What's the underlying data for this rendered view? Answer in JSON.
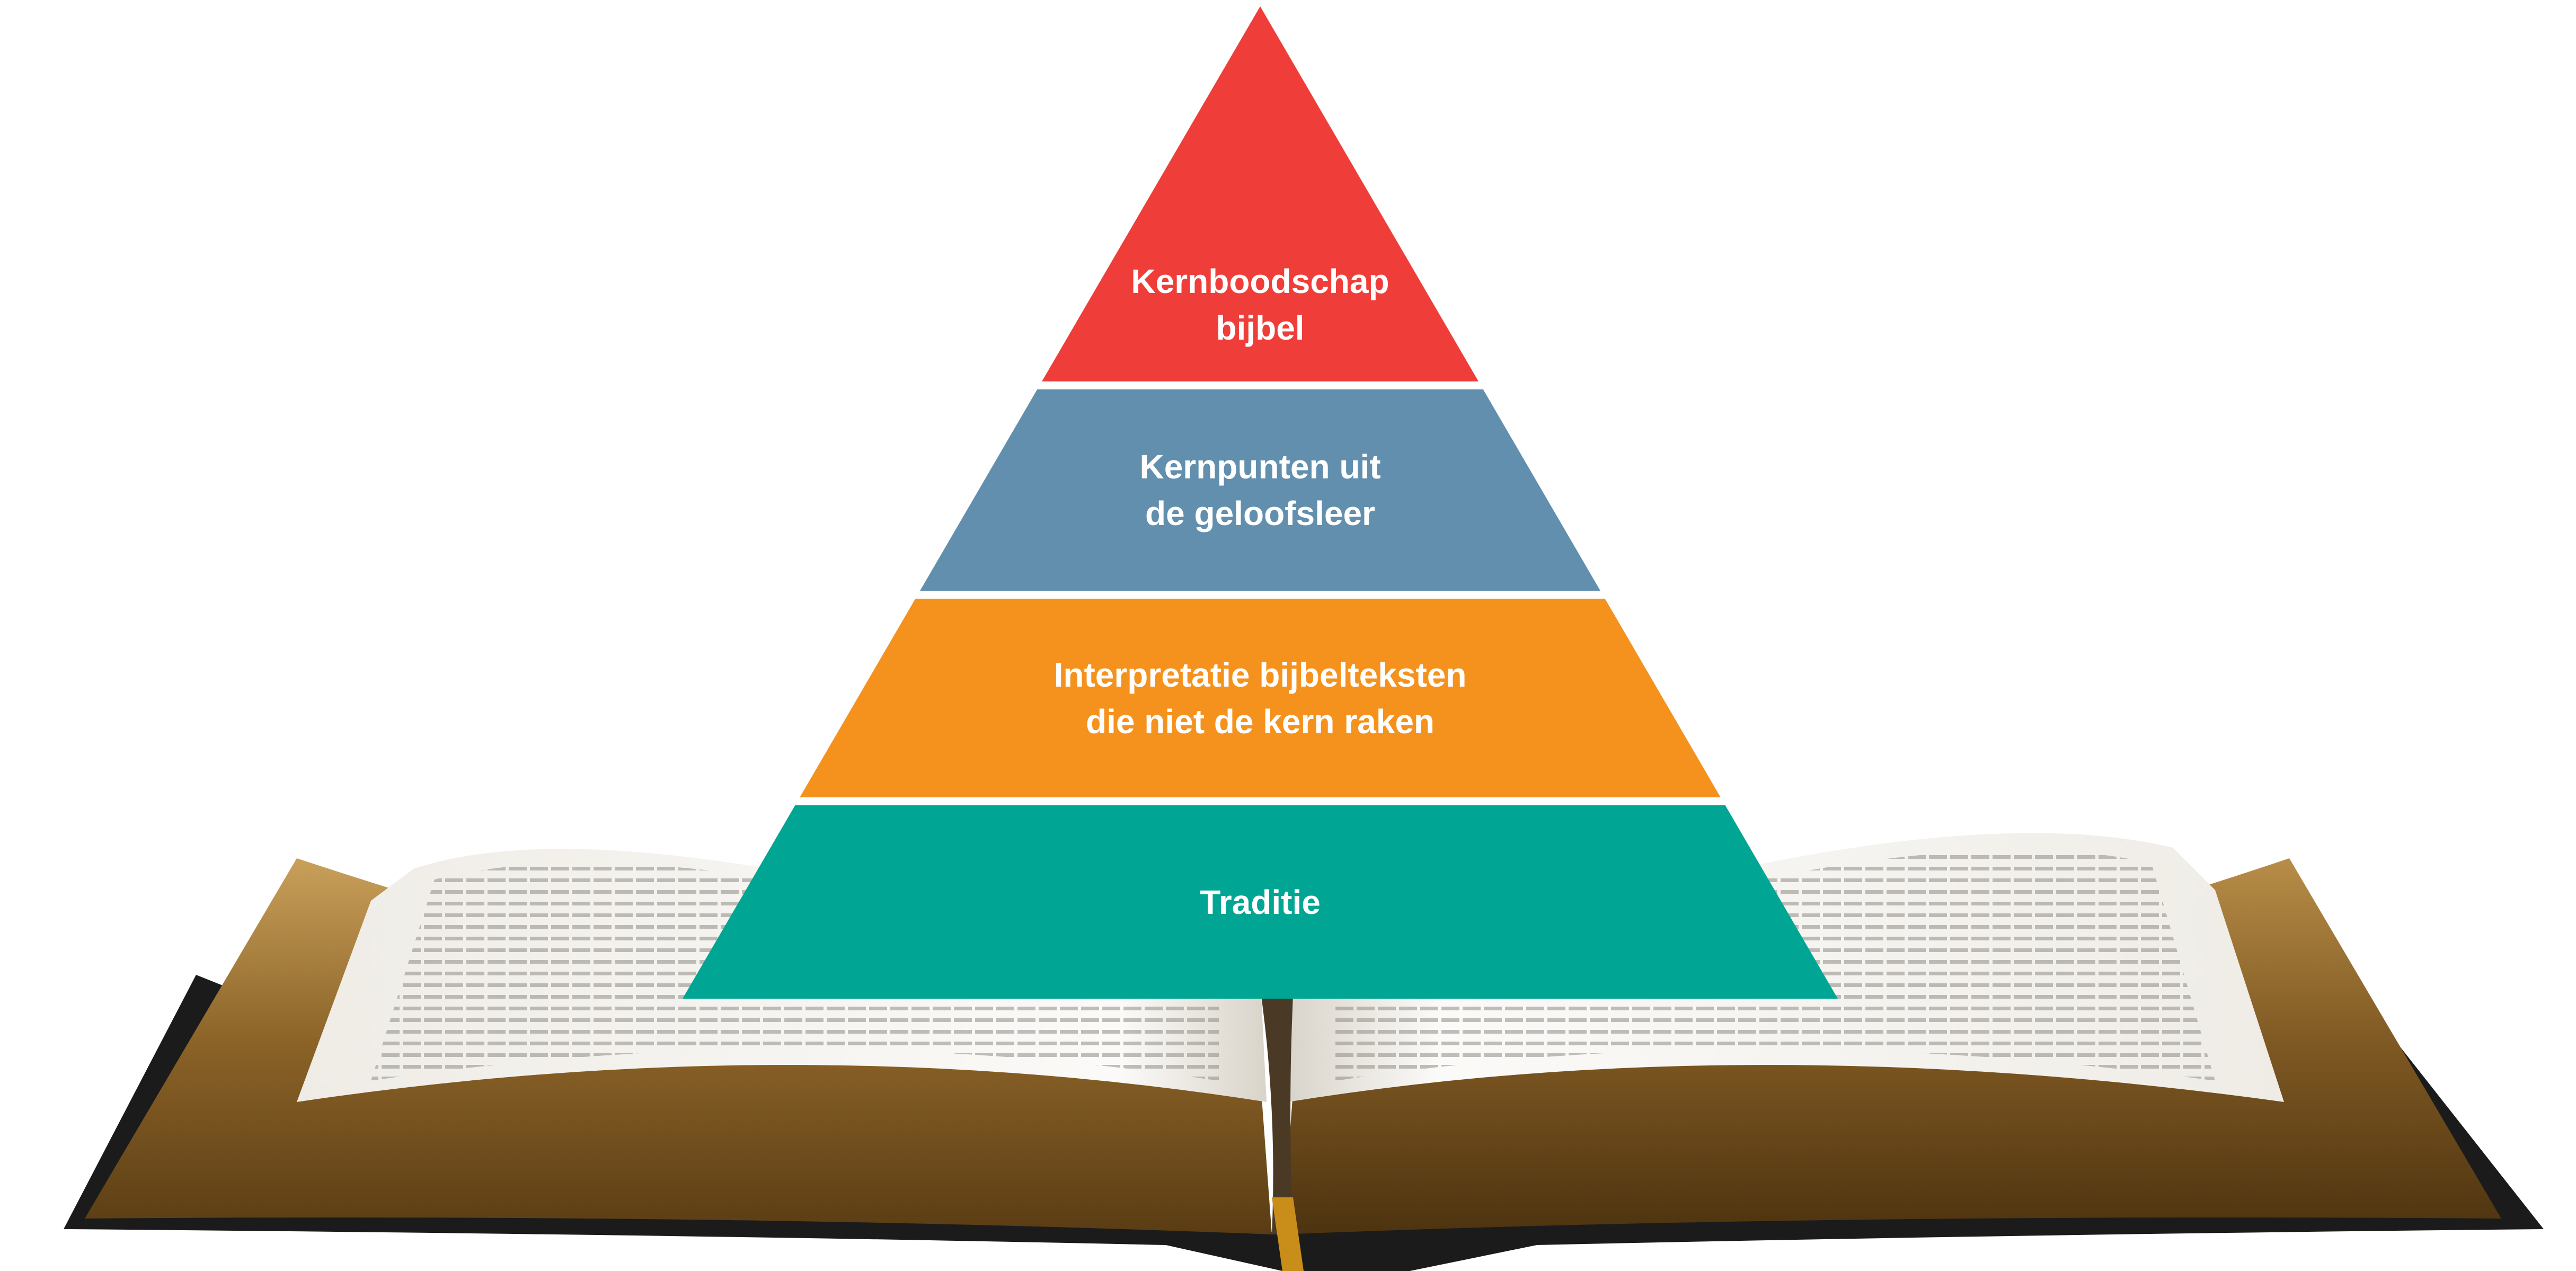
{
  "colors": {
    "level_top": "#EF3E39",
    "level_second": "#628FAE",
    "level_third": "#F5921E",
    "level_base": "#00A693",
    "background": "#FFFFFF",
    "label_text": "#FFFFFF"
  },
  "pyramid": {
    "levels": [
      {
        "id": "kernboodschap",
        "lines": [
          "Kernboodschap",
          "bijbel"
        ],
        "color": "#EF3E39"
      },
      {
        "id": "kernpunten",
        "lines": [
          "Kernpunten uit",
          "de geloofsleer"
        ],
        "color": "#628FAE"
      },
      {
        "id": "interpretatie",
        "lines": [
          "Interpretatie bijbelteksten",
          "die niet de kern raken"
        ],
        "color": "#F5921E"
      },
      {
        "id": "traditie",
        "lines": [
          "Traditie"
        ],
        "color": "#00A693"
      }
    ]
  },
  "background_image": {
    "subject": "open-bible-icon"
  }
}
